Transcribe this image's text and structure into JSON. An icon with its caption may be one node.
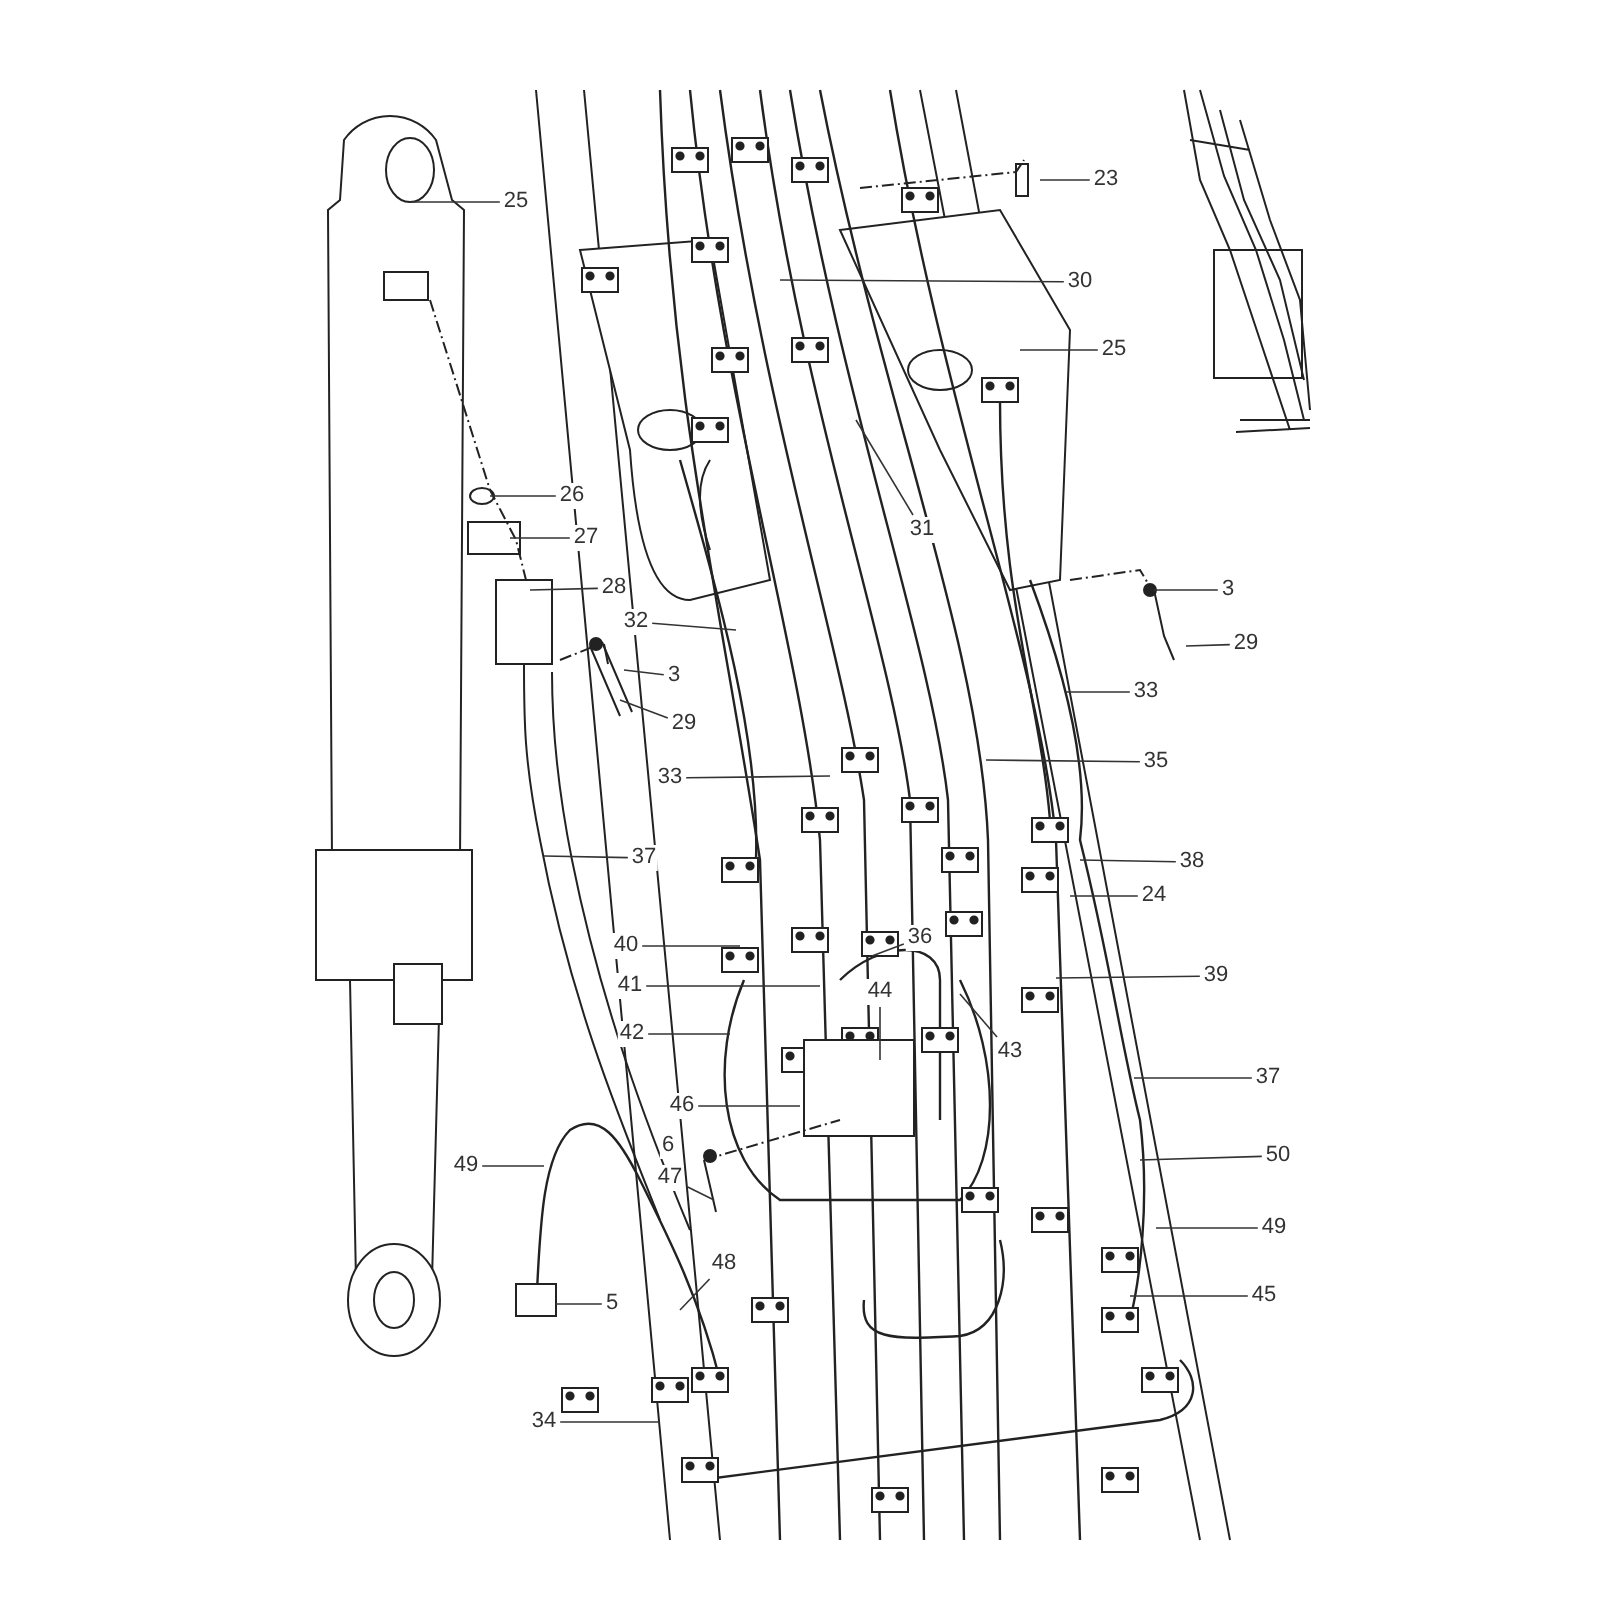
{
  "diagram": {
    "nodes": [
      {
        "text": [
          "23"
        ]
      },
      {
        "text": [
          "25"
        ]
      },
      {
        "text": [
          "30"
        ]
      },
      {
        "text": [
          "25"
        ]
      },
      {
        "text": [
          "26"
        ]
      },
      {
        "text": [
          "31"
        ]
      },
      {
        "text": [
          "27"
        ]
      },
      {
        "text": [
          "28"
        ]
      },
      {
        "text": [
          "3"
        ]
      },
      {
        "text": [
          "32"
        ]
      },
      {
        "text": [
          "29"
        ]
      },
      {
        "text": [
          "3"
        ]
      },
      {
        "text": [
          "33"
        ]
      },
      {
        "text": [
          "29"
        ]
      },
      {
        "text": [
          "33"
        ]
      },
      {
        "text": [
          "35"
        ]
      },
      {
        "text": [
          "37"
        ]
      },
      {
        "text": [
          "38"
        ]
      },
      {
        "text": [
          "24"
        ]
      },
      {
        "text": [
          "36"
        ]
      },
      {
        "text": [
          "40"
        ]
      },
      {
        "text": [
          "39"
        ]
      },
      {
        "text": [
          "41"
        ]
      },
      {
        "text": [
          "44"
        ]
      },
      {
        "text": [
          "43"
        ]
      },
      {
        "text": [
          "42"
        ]
      },
      {
        "text": [
          "37"
        ]
      },
      {
        "text": [
          "46"
        ]
      },
      {
        "text": [
          "47"
        ]
      },
      {
        "text": [
          "49"
        ]
      },
      {
        "text": [
          "50"
        ]
      },
      {
        "text": [
          "49"
        ]
      },
      {
        "text": [
          "48"
        ]
      },
      {
        "text": [
          "45"
        ]
      },
      {
        "text": [
          "5"
        ]
      },
      {
        "text": [
          "34"
        ]
      }
    ],
    "edges": [
      {
        "from": 0,
        "to": null,
        "arrow": "none"
      },
      {
        "from": 1,
        "to": null,
        "arrow": "none"
      },
      {
        "from": 2,
        "to": null,
        "arrow": "none"
      },
      {
        "from": 3,
        "to": null,
        "arrow": "none"
      },
      {
        "from": 4,
        "to": null,
        "arrow": "none"
      },
      {
        "from": 5,
        "to": null,
        "arrow": "none"
      },
      {
        "from": 6,
        "to": null,
        "arrow": "none"
      },
      {
        "from": 7,
        "to": null,
        "arrow": "none"
      },
      {
        "from": 8,
        "to": null,
        "arrow": "none"
      },
      {
        "from": 9,
        "to": null,
        "arrow": "none"
      },
      {
        "from": 10,
        "to": null,
        "arrow": "none"
      },
      {
        "from": 11,
        "to": null,
        "arrow": "none"
      },
      {
        "from": 12,
        "to": null,
        "arrow": "none"
      },
      {
        "from": 13,
        "to": null,
        "arrow": "none"
      },
      {
        "from": 14,
        "to": null,
        "arrow": "none"
      },
      {
        "from": 15,
        "to": null,
        "arrow": "none"
      },
      {
        "from": 16,
        "to": null,
        "arrow": "none"
      },
      {
        "from": 17,
        "to": null,
        "arrow": "none"
      },
      {
        "from": 18,
        "to": null,
        "arrow": "none"
      },
      {
        "from": 19,
        "to": null,
        "arrow": "none"
      },
      {
        "from": 20,
        "to": null,
        "arrow": "none"
      },
      {
        "from": 21,
        "to": null,
        "arrow": "none"
      },
      {
        "from": 22,
        "to": null,
        "arrow": "none"
      },
      {
        "from": 23,
        "to": null,
        "arrow": "none"
      },
      {
        "from": 24,
        "to": null,
        "arrow": "none"
      },
      {
        "from": 25,
        "to": null,
        "arrow": "none"
      },
      {
        "from": 26,
        "to": null,
        "arrow": "none"
      },
      {
        "from": 27,
        "to": null,
        "arrow": "none"
      },
      {
        "from": 28,
        "to": null,
        "arrow": "none"
      },
      {
        "from": 29,
        "to": null,
        "arrow": "none"
      },
      {
        "from": 30,
        "to": null,
        "arrow": "none"
      },
      {
        "from": 31,
        "to": null,
        "arrow": "none"
      },
      {
        "from": 32,
        "to": null,
        "arrow": "none"
      },
      {
        "from": 33,
        "to": null,
        "arrow": "none"
      },
      {
        "from": 34,
        "to": null,
        "arrow": "none"
      },
      {
        "from": 35,
        "to": null,
        "arrow": "none"
      }
    ],
    "labels": [
      "6"
    ]
  }
}
